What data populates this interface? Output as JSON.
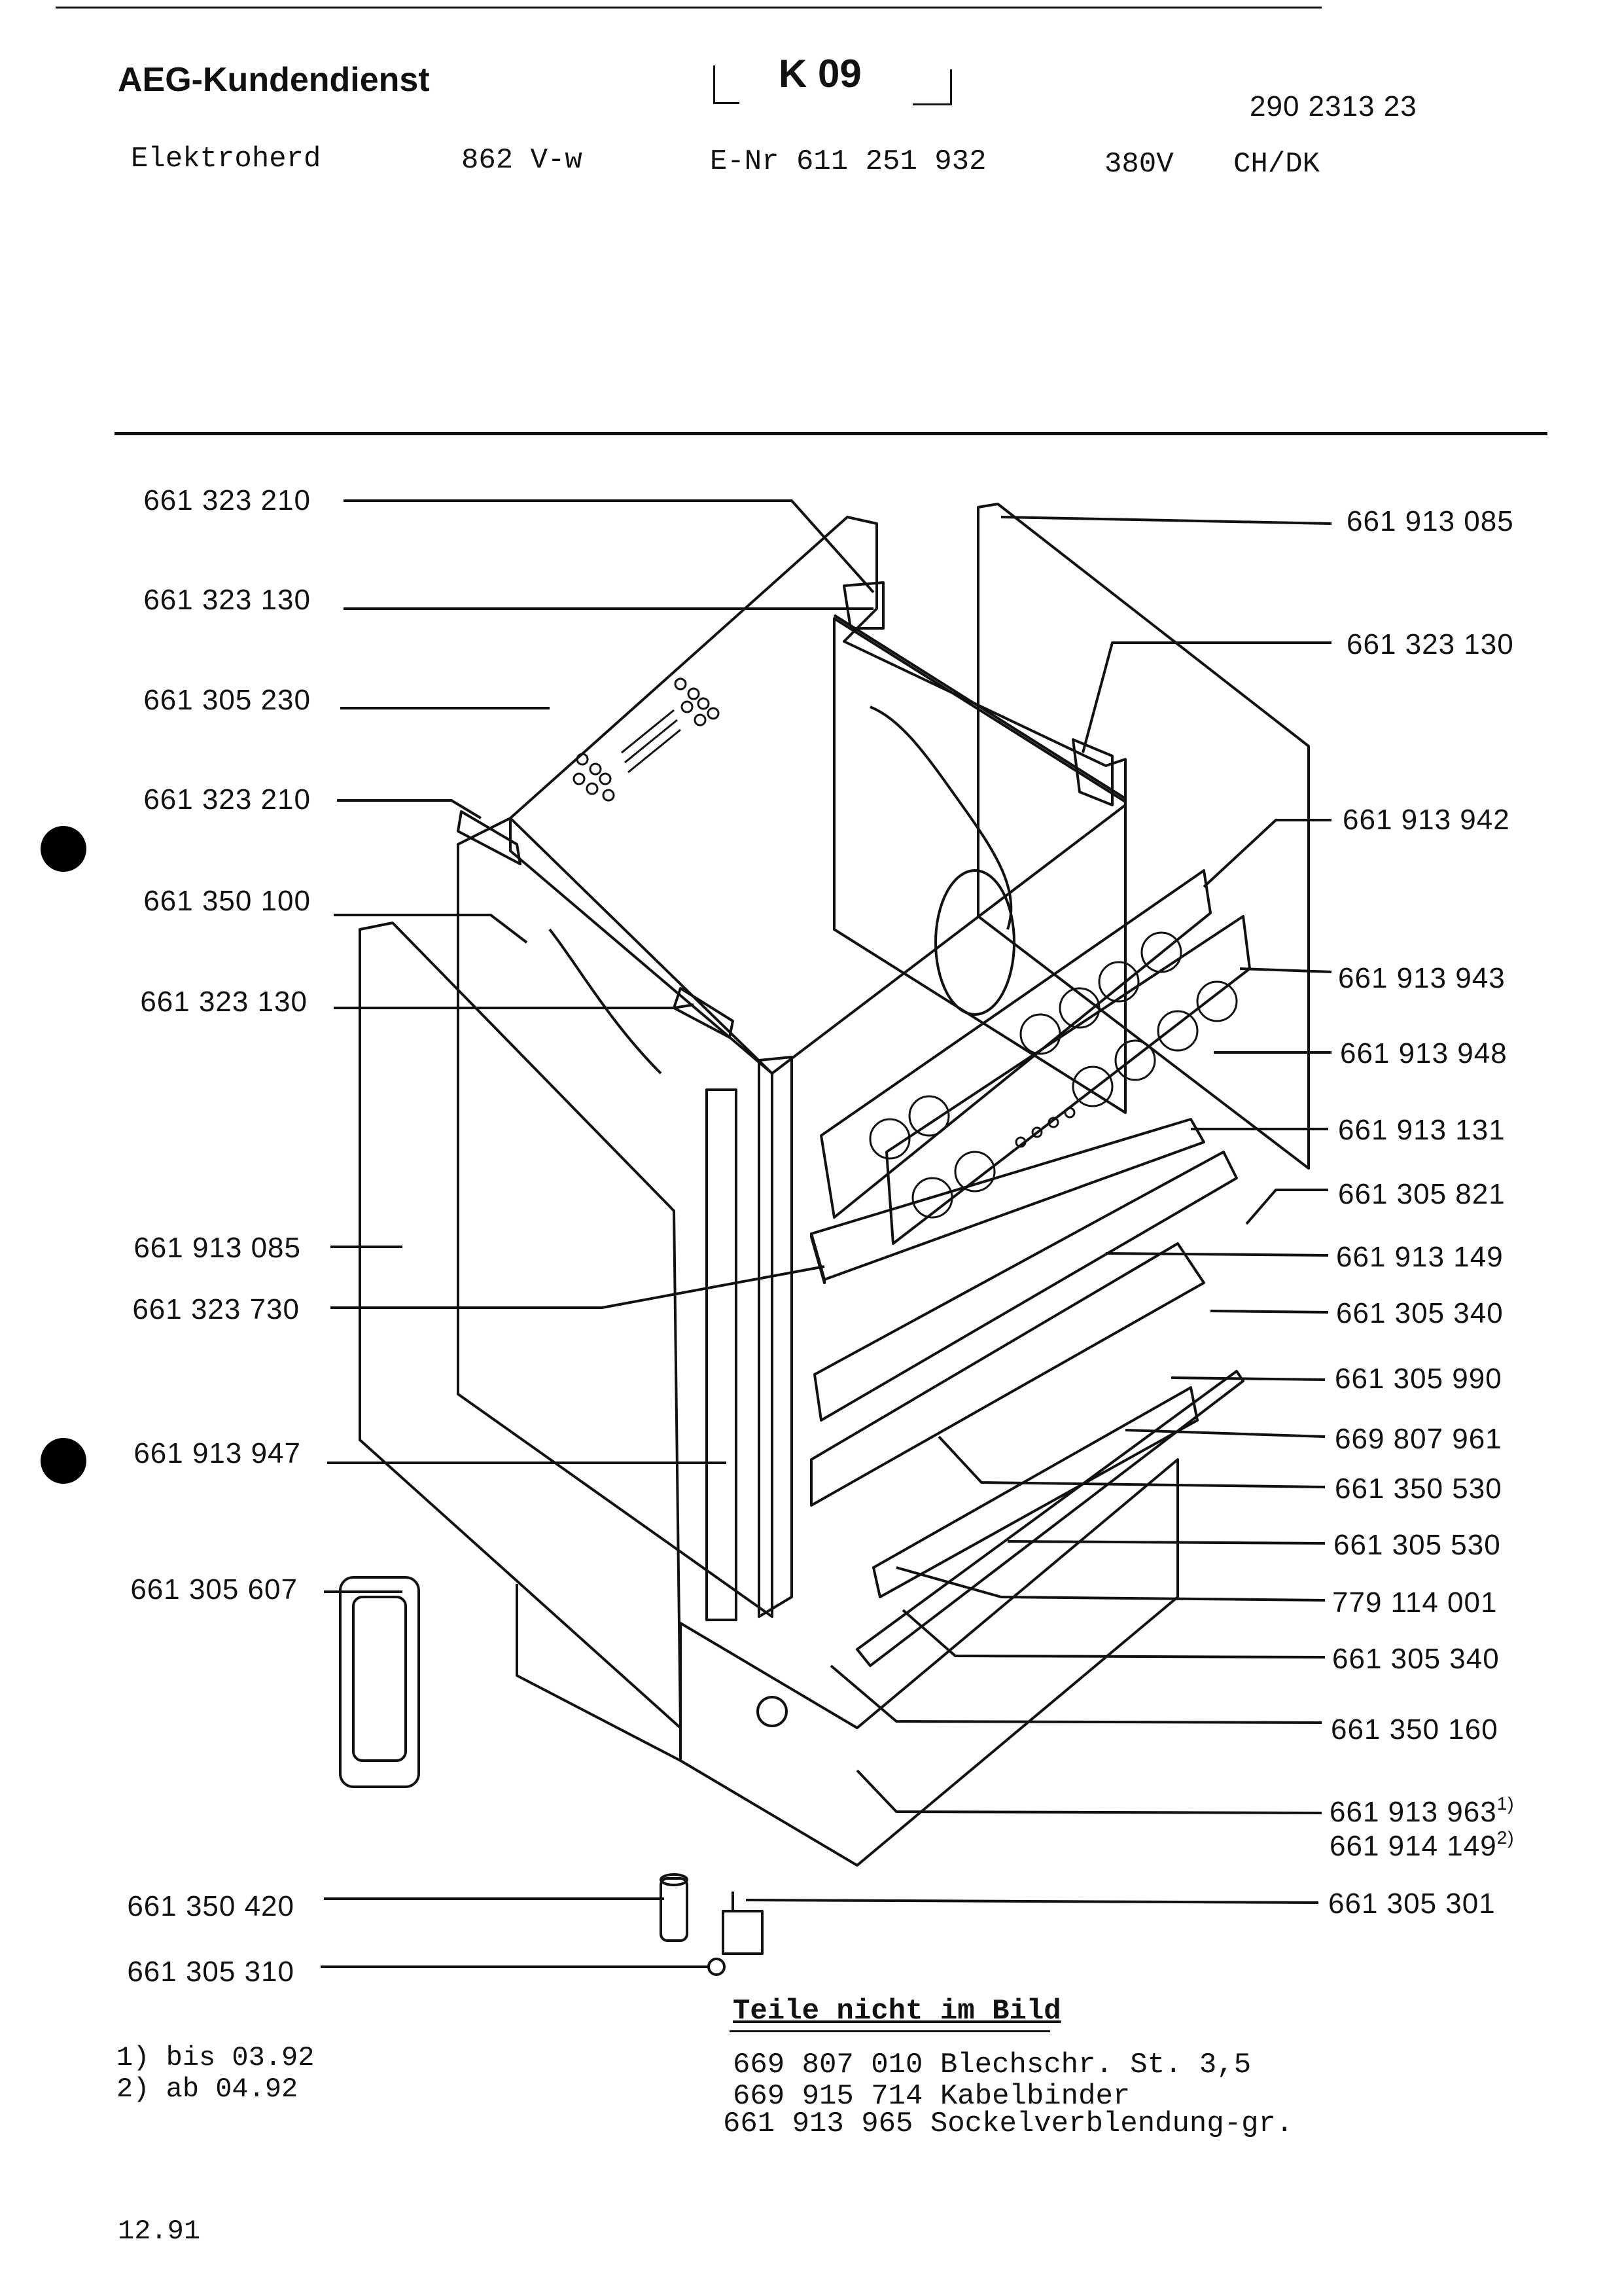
{
  "header": {
    "brand": "AEG-Kundendienst",
    "sheet_code": "K 09",
    "doc_number": "290 2313 23",
    "product_type": "Elektroherd",
    "model": "862 V-w",
    "enr": "E-Nr 611 251 932",
    "voltage": "380V",
    "region": "CH/DK"
  },
  "left_labels": [
    "661 323 210",
    "661 323 130",
    "661 305 230",
    "661 323 210",
    "661 350 100",
    "661 323 130",
    "661 913 085",
    "661 323 730",
    "661 913 947",
    "661 305 607",
    "661 350 420",
    "661 305 310"
  ],
  "right_labels": [
    "661 913 085",
    "661 323 130",
    "661 913 942",
    "661 913 943",
    "661 913 948",
    "661 913 131",
    "661 305 821",
    "661 913 149",
    "661 305 340",
    "661 305 990",
    "669 807 961",
    "661 350 530",
    "661 305 530",
    "779 114 001",
    "661 305 340",
    "661 350 160",
    "661 913 963",
    "661 914 149",
    "661 305 301"
  ],
  "footnote_marks": {
    "a": "1)",
    "b": "2)"
  },
  "not_shown": {
    "title": "Teile nicht im Bild",
    "items": [
      "669 807 010 Blechschr.  St. 3,5",
      "669 915 714 Kabelbinder",
      "661 913 965 Sockelverblendung-gr."
    ]
  },
  "footnotes": [
    "1) bis 03.92",
    "2) ab  04.92"
  ],
  "date": "12.91"
}
